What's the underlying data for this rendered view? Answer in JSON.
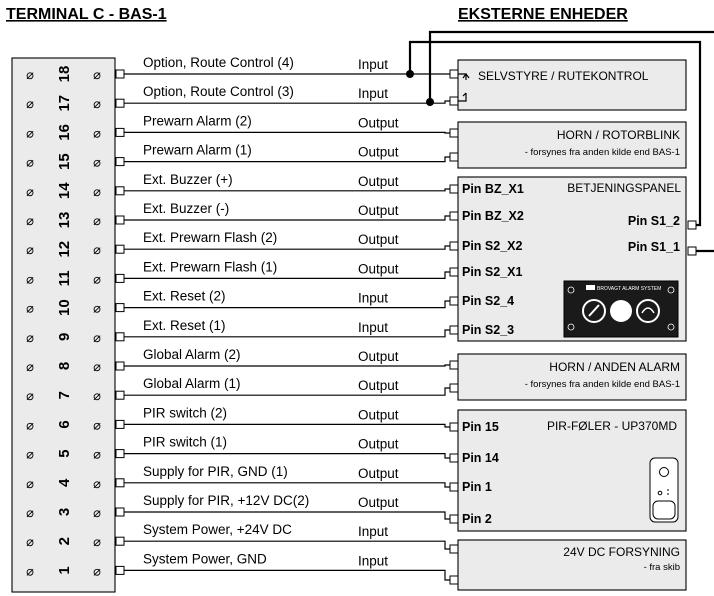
{
  "headers": {
    "left": "TERMINAL C - BAS-1",
    "right": "EKSTERNE ENHEDER"
  },
  "signals": [
    {
      "num": "18",
      "label": "Option, Route Control (4)",
      "dir": "Input"
    },
    {
      "num": "17",
      "label": "Option, Route Control (3)",
      "dir": "Input"
    },
    {
      "num": "16",
      "label": "Prewarn Alarm (2)",
      "dir": "Output"
    },
    {
      "num": "15",
      "label": "Prewarn Alarm (1)",
      "dir": "Output"
    },
    {
      "num": "14",
      "label": "Ext. Buzzer (+)",
      "dir": "Output"
    },
    {
      "num": "13",
      "label": "Ext. Buzzer (-)",
      "dir": "Output"
    },
    {
      "num": "12",
      "label": "Ext. Prewarn Flash (2)",
      "dir": "Output"
    },
    {
      "num": "11",
      "label": "Ext. Prewarn Flash (1)",
      "dir": "Output"
    },
    {
      "num": "10",
      "label": "Ext. Reset (2)",
      "dir": "Input"
    },
    {
      "num": "9",
      "label": "Ext. Reset (1)",
      "dir": "Input"
    },
    {
      "num": "8",
      "label": "Global Alarm (2)",
      "dir": "Output"
    },
    {
      "num": "7",
      "label": "Global Alarm (1)",
      "dir": "Output"
    },
    {
      "num": "6",
      "label": "PIR switch (2)",
      "dir": "Output"
    },
    {
      "num": "5",
      "label": "PIR switch (1)",
      "dir": "Output"
    },
    {
      "num": "4",
      "label": "Supply for PIR, GND (1)",
      "dir": "Output"
    },
    {
      "num": "3",
      "label": "Supply for PIR, +12V DC(2)",
      "dir": "Output"
    },
    {
      "num": "2",
      "label": "System Power, +24V DC",
      "dir": "Input"
    },
    {
      "num": "1",
      "label": "System Power, GND",
      "dir": "Input"
    }
  ],
  "devices": {
    "route_control": {
      "title": "SELVSTYRE / RUTEKONTROL"
    },
    "horn_rotor": {
      "title": "HORN / ROTORBLINK",
      "subtitle": "- forsynes fra anden kilde end BAS-1"
    },
    "panel": {
      "title": "BETJENINGSPANEL",
      "pins_left": [
        "Pin BZ_X1",
        "Pin BZ_X2",
        "Pin S2_X2",
        "Pin S2_X1",
        "Pin S2_4",
        "Pin S2_3"
      ],
      "pins_right": [
        "Pin S1_2",
        "Pin S1_1"
      ],
      "brand": "BROVAGT ALARM SYSTEM"
    },
    "horn_alarm": {
      "title": "HORN / ANDEN ALARM",
      "subtitle": "- forsynes fra anden kilde end BAS-1"
    },
    "pir": {
      "title": "PIR-FØLER - UP370MD",
      "pins": [
        "Pin 15",
        "Pin 14",
        "Pin 1",
        "Pin 2"
      ]
    },
    "power": {
      "title": "24V DC FORSYNING",
      "subtitle": "- fra skib"
    }
  }
}
